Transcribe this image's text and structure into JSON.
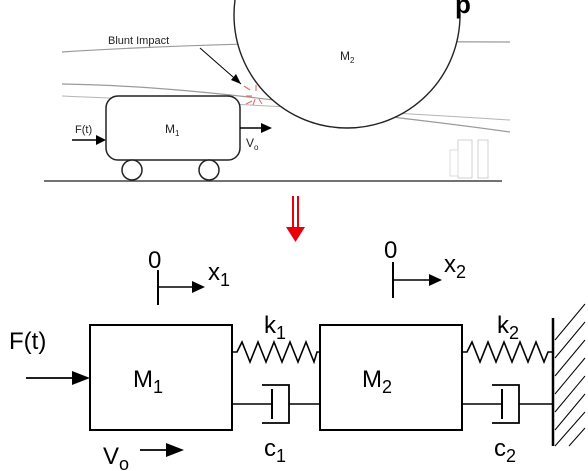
{
  "illustration": {
    "title_partial": "p",
    "impact_label": "Blunt Impact",
    "mass_left": {
      "main": "M",
      "sub": "1"
    },
    "mass_right": {
      "main": "M",
      "sub": "2"
    },
    "force_label": "F(t)",
    "velocity": {
      "main": "V",
      "sub": "o"
    }
  },
  "arrow_color": "#e8000b",
  "model": {
    "origin_left": "0",
    "origin_right": "0",
    "x1": {
      "main": "x",
      "sub": "1"
    },
    "x2": {
      "main": "x",
      "sub": "2"
    },
    "force_label": "F(t)",
    "mass1": {
      "main": "M",
      "sub": "1"
    },
    "mass2": {
      "main": "M",
      "sub": "2"
    },
    "spring1": {
      "main": "k",
      "sub": "1"
    },
    "spring2": {
      "main": "k",
      "sub": "2"
    },
    "damper1": {
      "main": "c",
      "sub": "1"
    },
    "damper2": {
      "main": "c",
      "sub": "2"
    },
    "velocity": {
      "main": "V",
      "sub": "o"
    }
  }
}
